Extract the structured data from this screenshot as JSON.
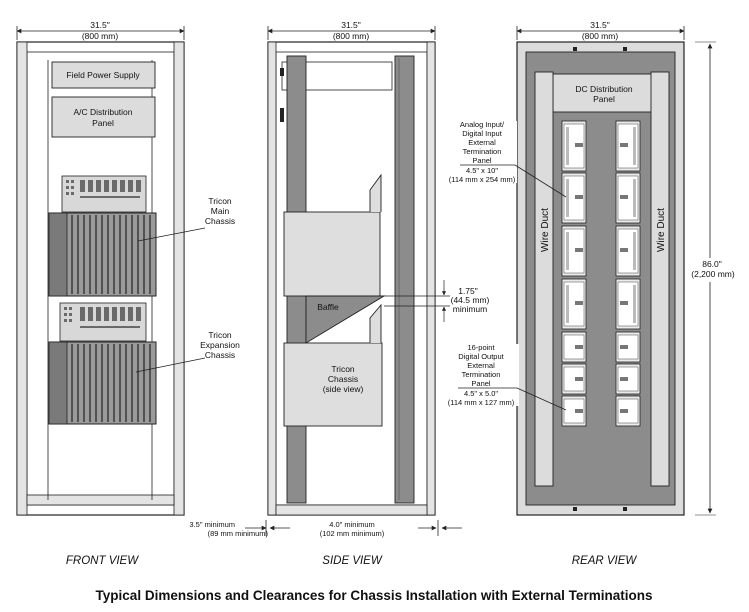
{
  "front": {
    "width_in": "31.5\"",
    "width_mm": "(800 mm)",
    "field_power": "Field Power Supply",
    "ac_panel": [
      "A/C Distribution",
      "Panel"
    ],
    "main_chassis": [
      "Tricon",
      "Main",
      "Chassis"
    ],
    "expansion_chassis": [
      "Tricon",
      "Expansion",
      "Chassis"
    ],
    "clearance": [
      "3.5\" minimum",
      "(89 mm minimum)"
    ],
    "view_label": "FRONT VIEW"
  },
  "side": {
    "width_in": "31.5\"",
    "width_mm": "(800 mm)",
    "baffle": "Baffle",
    "chassis": [
      "Tricon",
      "Chassis",
      "(side view)"
    ],
    "gap": [
      "1.75\"",
      "(44.5 mm)",
      "minimum"
    ],
    "clearance": [
      "4.0\" minimum",
      "(102 mm minimum)"
    ],
    "view_label": "SIDE VIEW"
  },
  "rear": {
    "width_in": "31.5\"",
    "width_mm": "(800 mm)",
    "dc_panel": [
      "DC Distribution",
      "Panel"
    ],
    "wire_duct_left": "Wire Duct",
    "wire_duct_right": "Wire Duct",
    "analog_panel": [
      "Analog Input/",
      "Digital Input",
      "External",
      "Termination",
      "Panel",
      "4.5\" x 10\"",
      "(114 mm x 254 mm)"
    ],
    "digital_panel": [
      "16-point",
      "Digital Output",
      "External",
      "Termination",
      "Panel",
      "4.5\" x 5.0\"",
      "(114 mm x 127 mm)"
    ],
    "height": [
      "86.0\"",
      "(2,200 mm)"
    ],
    "view_label": "REAR VIEW"
  },
  "caption": "Typical Dimensions and Clearances for Chassis Installation with External Terminations",
  "colors": {
    "frame_fill": "#dcdcdc",
    "dark_panel": "#8c8c8c",
    "stroke": "#222222"
  }
}
